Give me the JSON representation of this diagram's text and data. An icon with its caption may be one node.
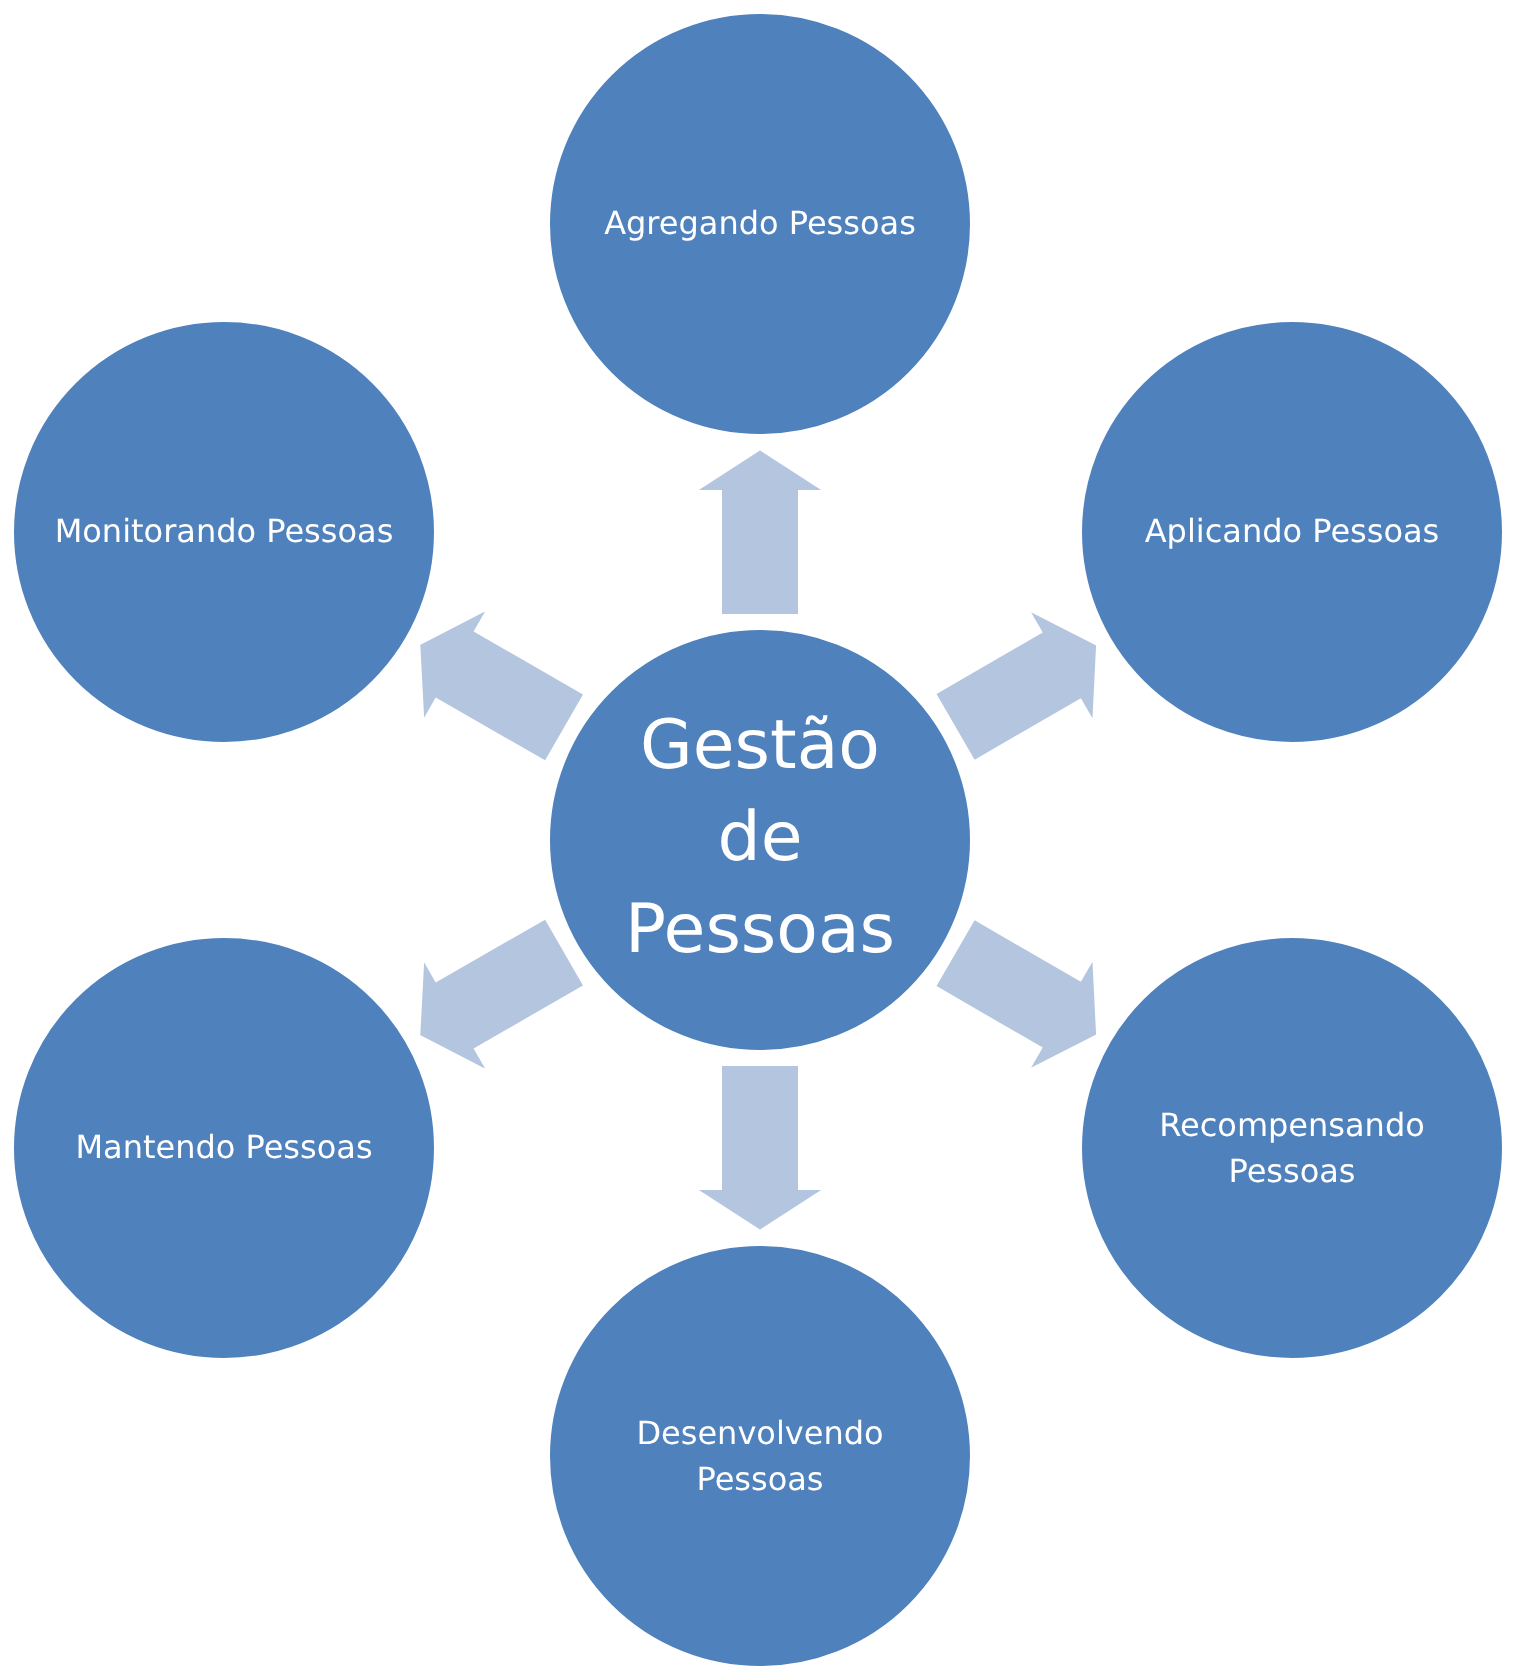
{
  "diagram": {
    "nodes": [
      {
        "text": [
          "Gestão de Pessoas"
        ]
      },
      {
        "text": [
          "Agregando Pessoas"
        ]
      },
      {
        "text": [
          "Monitorando Pessoas"
        ]
      },
      {
        "text": [
          "Aplicando Pessoas"
        ]
      },
      {
        "text": [
          "Mantendo Pessoas"
        ]
      },
      {
        "text": [
          "Recompensando Pessoas"
        ]
      },
      {
        "text": [
          "Desenvolvendo Pessoas"
        ]
      }
    ],
    "edges": [
      {
        "from": 0,
        "to": 1,
        "arrow": "to"
      },
      {
        "from": 0,
        "to": 2,
        "arrow": "to"
      },
      {
        "from": 0,
        "to": 3,
        "arrow": "to"
      },
      {
        "from": 0,
        "to": 4,
        "arrow": "to"
      },
      {
        "from": 0,
        "to": 5,
        "arrow": "to"
      },
      {
        "from": 0,
        "to": 6,
        "arrow": "to"
      }
    ]
  }
}
